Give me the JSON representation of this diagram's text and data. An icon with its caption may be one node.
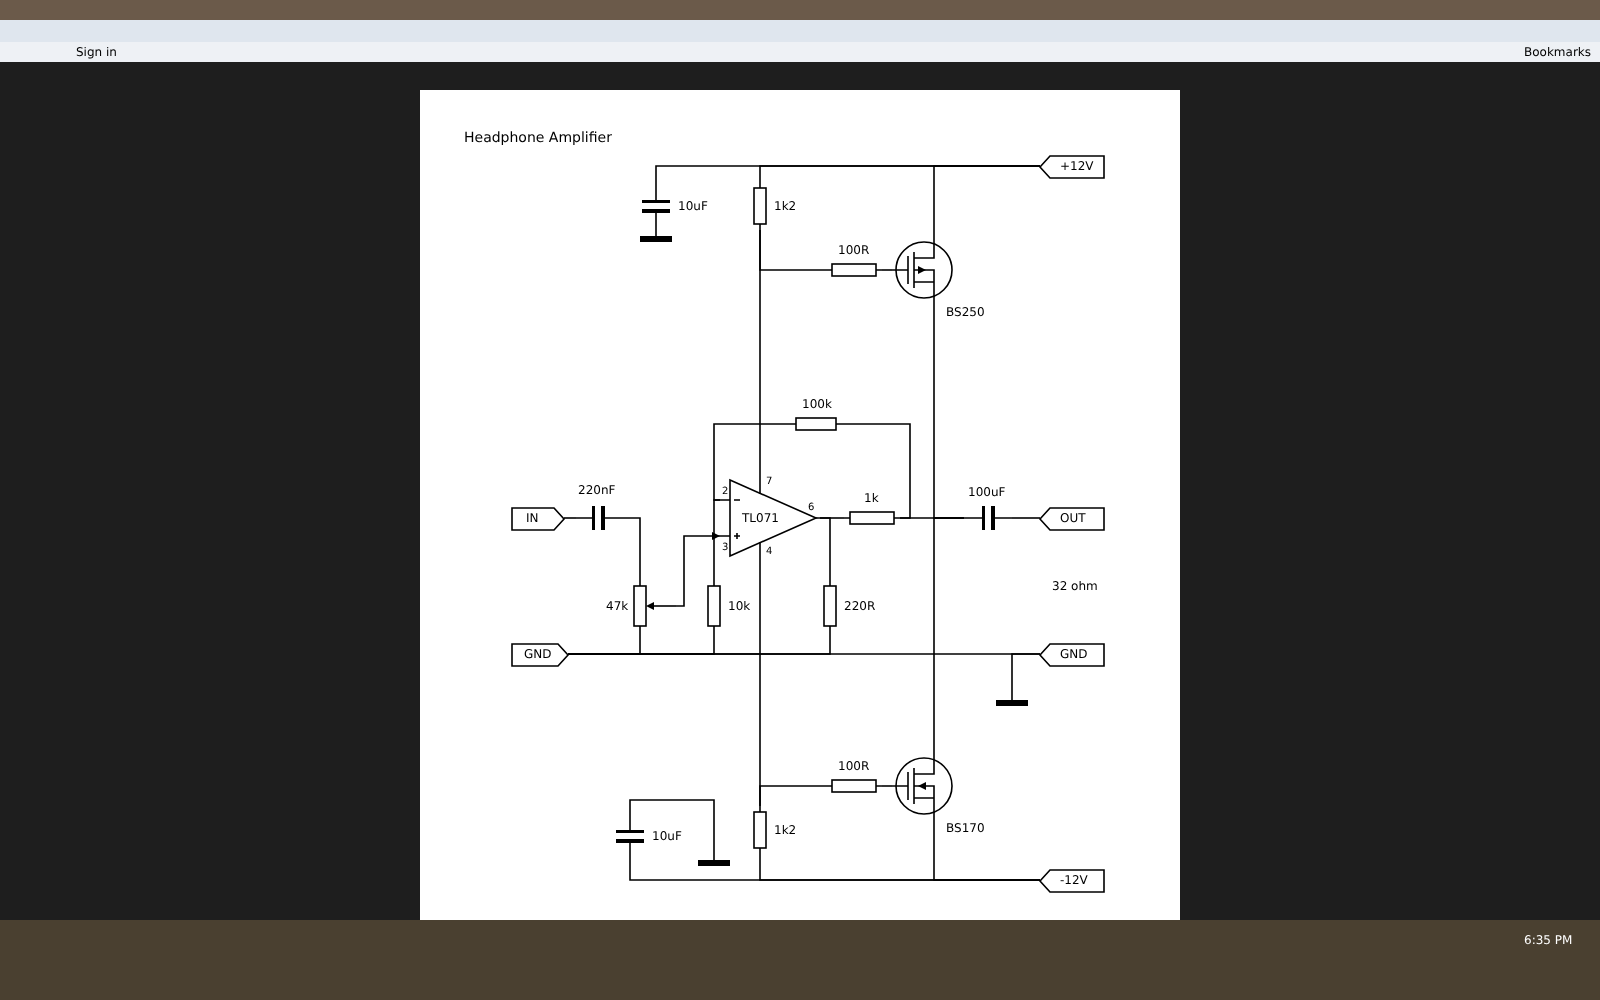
{
  "diagram": {
    "title": "Headphone Amplifier",
    "nodes": [
      {
        "text": [
          "+12V"
        ]
      },
      {
        "text": [
          "10uF"
        ]
      },
      {
        "text": [],
        "shape": "bar"
      },
      {
        "text": [
          "1k2"
        ]
      },
      {
        "text": [
          "100R"
        ]
      },
      {
        "text": [
          "BS250"
        ]
      },
      {
        "text": [
          "100k"
        ]
      },
      {
        "text": [
          "IN"
        ]
      },
      {
        "text": [
          "220nF"
        ]
      },
      {
        "text": [
          "TL071"
        ],
        "beside": [
          "2",
          "3",
          "7",
          "6",
          "4"
        ]
      },
      {
        "text": [
          "1k"
        ]
      },
      {
        "text": [
          "100uF"
        ]
      },
      {
        "text": [
          "OUT"
        ]
      },
      {
        "text": [
          "47k"
        ]
      },
      {
        "text": [
          "10k"
        ]
      },
      {
        "text": [
          "220R"
        ]
      },
      {
        "text": [
          "GND"
        ]
      },
      {
        "text": [
          "GND"
        ]
      },
      {
        "text": [],
        "shape": "bar"
      },
      {
        "text": [
          "100R"
        ]
      },
      {
        "text": [
          "BS170"
        ]
      },
      {
        "text": [
          "10uF"
        ]
      },
      {
        "text": [
          "1k2"
        ]
      },
      {
        "text": [],
        "shape": "bar"
      },
      {
        "text": [
          "-12V"
        ]
      }
    ],
    "edges": [
      {
        "from": 0,
        "to": 1,
        "arrow": "none"
      },
      {
        "from": 0,
        "to": 3,
        "arrow": "none"
      },
      {
        "from": 0,
        "to": 5,
        "arrow": "none"
      },
      {
        "from": 1,
        "to": 2,
        "arrow": "none"
      },
      {
        "from": 3,
        "to": 4,
        "arrow": "none"
      },
      {
        "from": 3,
        "to": 9,
        "arrow": "none"
      },
      {
        "from": 4,
        "to": 5,
        "arrow": "none"
      },
      {
        "from": 5,
        "to": 11,
        "arrow": "none"
      },
      {
        "from": 6,
        "to": 9,
        "arrow": "none"
      },
      {
        "from": 6,
        "to": 10,
        "arrow": "none"
      },
      {
        "from": 7,
        "to": 8,
        "arrow": "none"
      },
      {
        "from": 8,
        "to": 13,
        "arrow": "none"
      },
      {
        "from": 13,
        "to": 9,
        "arrow": "to"
      },
      {
        "from": 9,
        "to": 10,
        "arrow": "none"
      },
      {
        "from": 9,
        "to": 15,
        "arrow": "none"
      },
      {
        "from": 10,
        "to": 11,
        "arrow": "none"
      },
      {
        "from": 11,
        "to": 12,
        "arrow": "none"
      },
      {
        "from": 14,
        "to": 9,
        "arrow": "none"
      },
      {
        "from": 16,
        "to": 13,
        "arrow": "none"
      },
      {
        "from": 16,
        "to": 14,
        "arrow": "none"
      },
      {
        "from": 16,
        "to": 15,
        "arrow": "none"
      },
      {
        "from": 16,
        "to": 17,
        "arrow": "none"
      },
      {
        "from": 17,
        "to": 18,
        "arrow": "none"
      },
      {
        "from": 9,
        "to": 22,
        "arrow": "none"
      },
      {
        "from": 22,
        "to": 19,
        "arrow": "none"
      },
      {
        "from": 19,
        "to": 20,
        "arrow": "none"
      },
      {
        "from": 20,
        "to": 11,
        "arrow": "none"
      },
      {
        "from": 24,
        "to": 21,
        "arrow": "none"
      },
      {
        "from": 24,
        "to": 22,
        "arrow": "none"
      },
      {
        "from": 24,
        "to": 20,
        "arrow": "none"
      },
      {
        "from": 21,
        "to": 23,
        "arrow": "none"
      }
    ],
    "labels": [
      "Sign in",
      "Bookmarks",
      "32 ohm",
      "6:35 PM"
    ]
  }
}
